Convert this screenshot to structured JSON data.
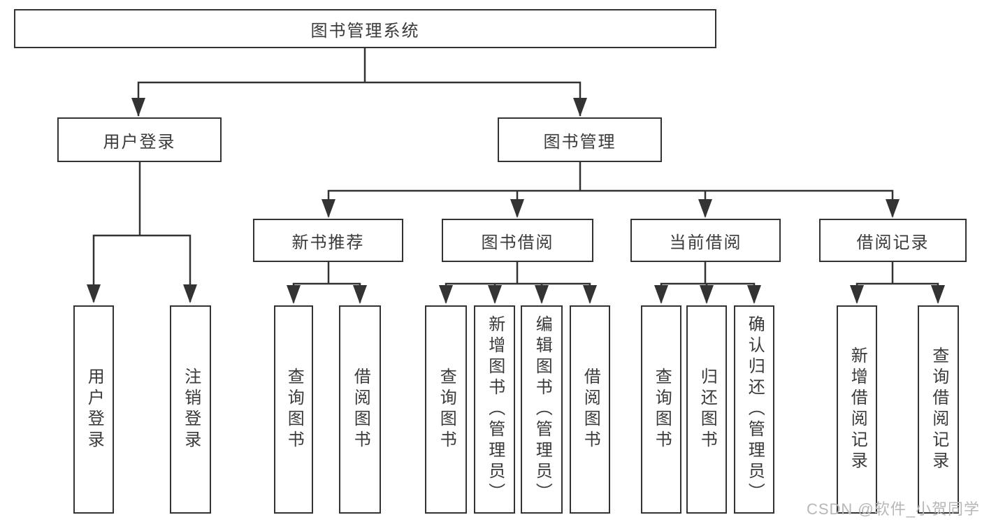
{
  "diagram": {
    "root": {
      "label": "图书管理系统"
    },
    "branches": {
      "user_login": {
        "label": "用户登录",
        "children": [
          {
            "label": "用户登录"
          },
          {
            "label": "注销登录"
          }
        ]
      },
      "book_management": {
        "label": "图书管理",
        "children": [
          {
            "label": "新书推荐",
            "children": [
              {
                "label": "查询图书"
              },
              {
                "label": "借阅图书"
              }
            ]
          },
          {
            "label": "图书借阅",
            "children": [
              {
                "label": "查询图书"
              },
              {
                "label": "新增图书（管理员）"
              },
              {
                "label": "编辑图书（管理员）"
              },
              {
                "label": "借阅图书"
              }
            ]
          },
          {
            "label": "当前借阅",
            "children": [
              {
                "label": "查询图书"
              },
              {
                "label": "归还图书"
              },
              {
                "label": "确认归还（管理员）"
              }
            ]
          },
          {
            "label": "借阅记录",
            "children": [
              {
                "label": "新增借阅记录"
              },
              {
                "label": "查询借阅记录"
              }
            ]
          }
        ]
      }
    }
  },
  "watermark": {
    "text": "CSDN @软件_小贺同学"
  }
}
